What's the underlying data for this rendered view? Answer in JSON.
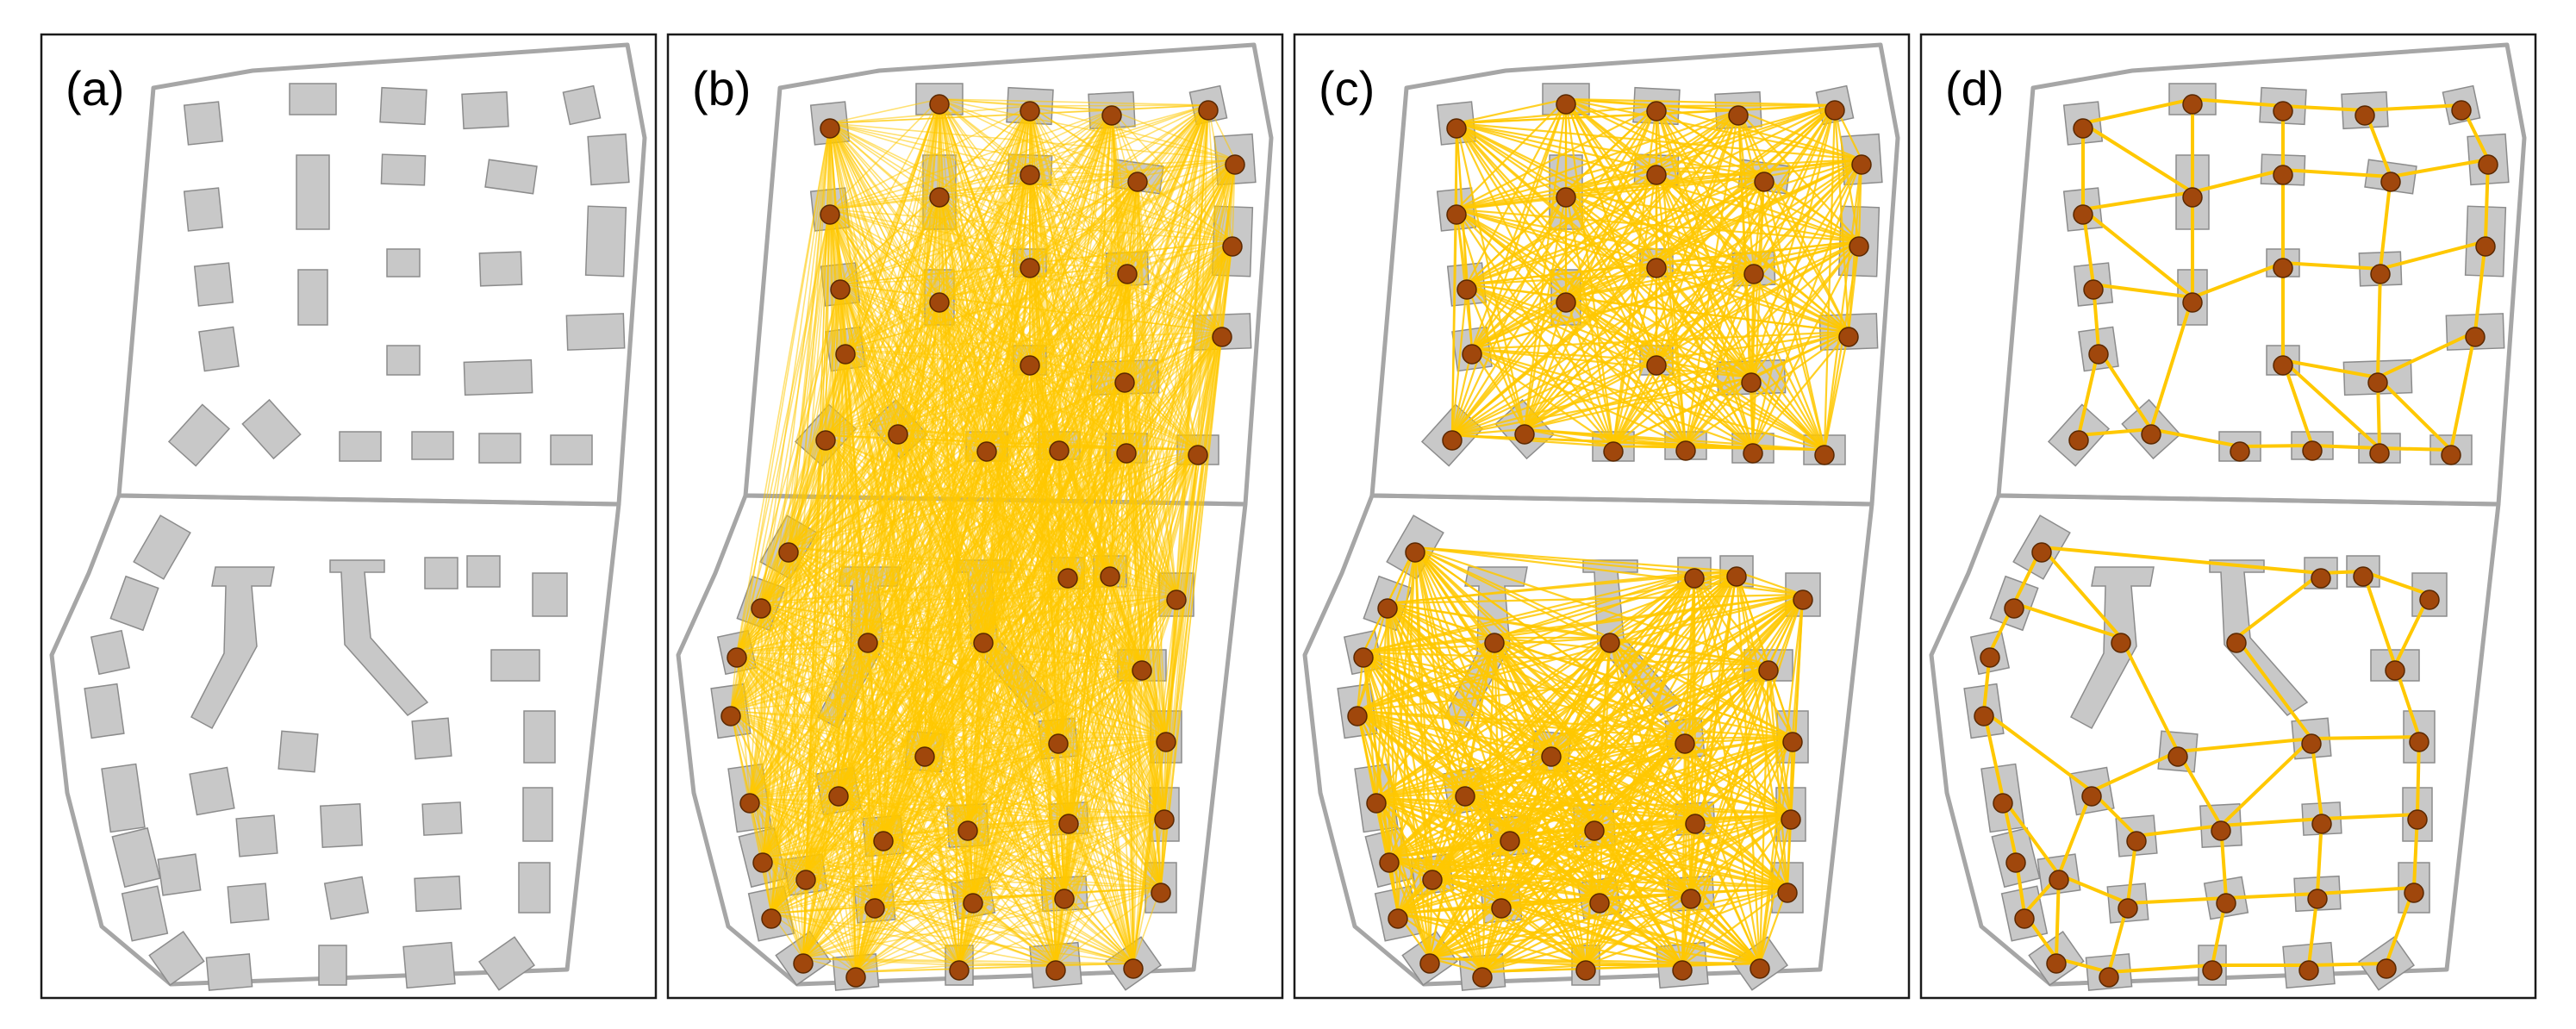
{
  "figure": {
    "panels": [
      {
        "id": "a",
        "label": "(a)",
        "show_nodes": false,
        "edges": "none"
      },
      {
        "id": "b",
        "label": "(b)",
        "show_nodes": true,
        "edges": "complete-all-blocks"
      },
      {
        "id": "c",
        "label": "(c)",
        "show_nodes": true,
        "edges": "complete-within-block"
      },
      {
        "id": "d",
        "label": "(d)",
        "show_nodes": true,
        "edges": "proximity-graph"
      }
    ],
    "colors": {
      "building_fill": "#c8c8c8",
      "building_stroke": "#8c8c8c",
      "block_outline": "#a6a6a6",
      "node": "#a0470c",
      "edge": "#ffc800",
      "frame": "#1a1a1a"
    }
  }
}
